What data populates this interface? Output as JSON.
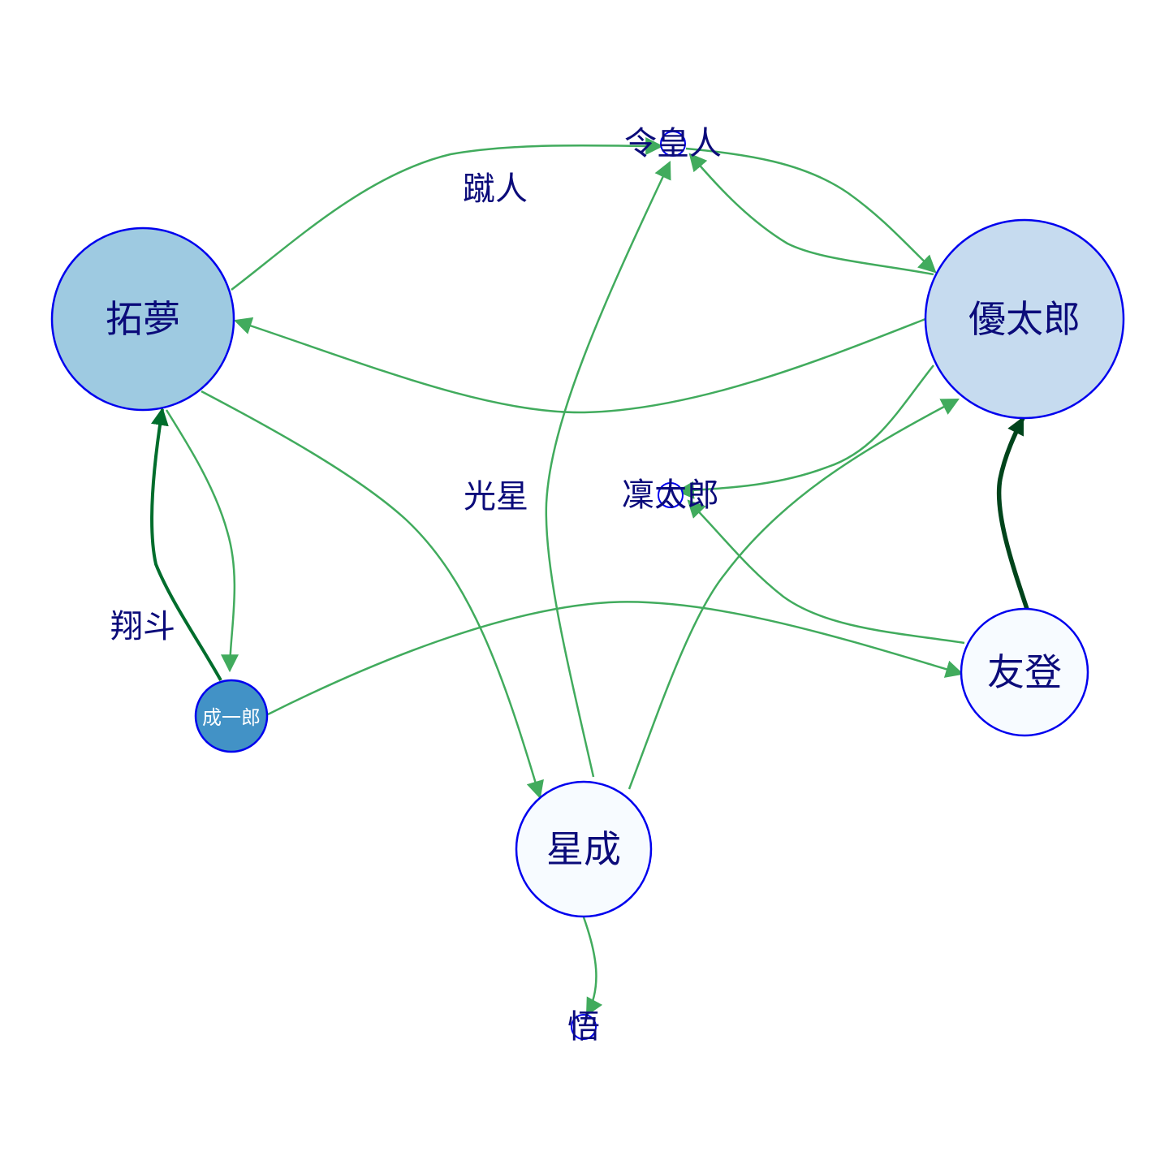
{
  "nodes": [
    {
      "id": "takumu",
      "label": "拓夢",
      "fill": "#9ecae1",
      "stroke": "#0000ee",
      "has_circle": true
    },
    {
      "id": "yutaro",
      "label": "優太郎",
      "fill": "#c6dbef",
      "stroke": "#0000ee",
      "has_circle": true
    },
    {
      "id": "tomoto",
      "label": "友登",
      "fill": "#f7fbff",
      "stroke": "#0000ee",
      "has_circle": true
    },
    {
      "id": "seisei",
      "label": "星成",
      "fill": "#f7fbff",
      "stroke": "#0000ee",
      "has_circle": true
    },
    {
      "id": "seiichiro",
      "label": "成一郎",
      "fill": "#4292c6",
      "stroke": "#0000ee",
      "has_circle": true
    },
    {
      "id": "reouto",
      "label": "令皇人",
      "fill": "#ffffff",
      "stroke": "#0000ee",
      "has_circle": true
    },
    {
      "id": "rintaro",
      "label": "凜太郎",
      "fill": "#ffffff",
      "stroke": "#0000ee",
      "has_circle": true
    },
    {
      "id": "satoru",
      "label": "悟",
      "fill": "#ffffff",
      "stroke": "#0000ee",
      "has_circle": true
    },
    {
      "id": "shuto",
      "label": "蹴人",
      "has_circle": false
    },
    {
      "id": "kosei",
      "label": "光星",
      "has_circle": false
    },
    {
      "id": "shoto",
      "label": "翔斗",
      "has_circle": false
    }
  ],
  "edges": [
    {
      "from": "takumu",
      "to": "reouto",
      "weight": 1
    },
    {
      "from": "yutaro",
      "to": "reouto",
      "weight": 1
    },
    {
      "from": "reouto",
      "to": "yutaro",
      "weight": 1
    },
    {
      "from": "yutaro",
      "to": "takumu",
      "weight": 1
    },
    {
      "from": "takumu",
      "to": "seisei",
      "weight": 1
    },
    {
      "from": "takumu",
      "to": "seiichiro",
      "weight": 1
    },
    {
      "from": "seiichiro",
      "to": "takumu",
      "weight": 2
    },
    {
      "from": "seiichiro",
      "to": "tomoto",
      "weight": 1
    },
    {
      "from": "seisei",
      "to": "reouto",
      "weight": 1
    },
    {
      "from": "seisei",
      "to": "yutaro",
      "weight": 1
    },
    {
      "from": "seisei",
      "to": "satoru",
      "weight": 1
    },
    {
      "from": "yutaro",
      "to": "rintaro",
      "weight": 1
    },
    {
      "from": "tomoto",
      "to": "rintaro",
      "weight": 1
    },
    {
      "from": "tomoto",
      "to": "yutaro",
      "weight": 3
    }
  ],
  "colors": {
    "edge_weight_1": "#41ab5d",
    "edge_weight_2": "#006d2c",
    "edge_weight_3": "#00441b",
    "node_stroke": "#0000ee",
    "label": "#0b0b7a"
  }
}
